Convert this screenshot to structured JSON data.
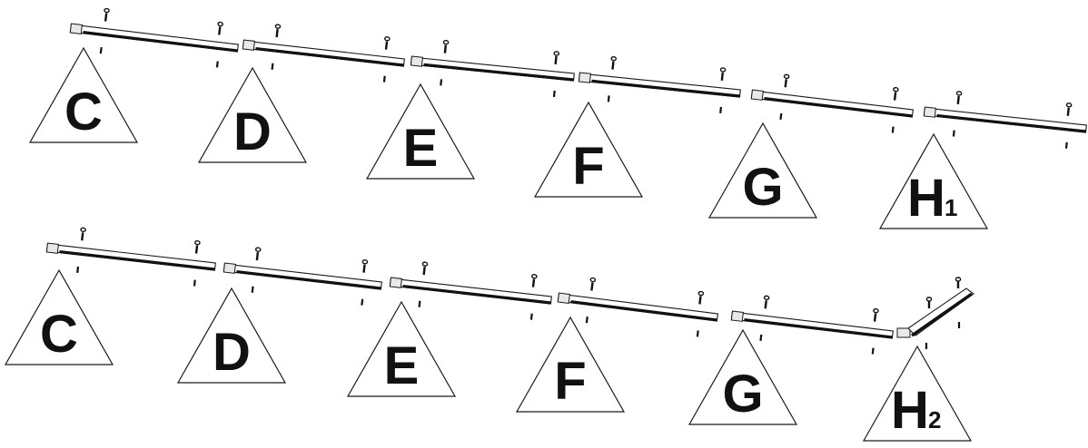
{
  "rows": [
    {
      "labels": [
        {
          "letter": "C",
          "sub": ""
        },
        {
          "letter": "D",
          "sub": ""
        },
        {
          "letter": "E",
          "sub": ""
        },
        {
          "letter": "F",
          "sub": ""
        },
        {
          "letter": "G",
          "sub": ""
        },
        {
          "letter": "H",
          "sub": "1"
        }
      ]
    },
    {
      "labels": [
        {
          "letter": "C",
          "sub": ""
        },
        {
          "letter": "D",
          "sub": ""
        },
        {
          "letter": "E",
          "sub": ""
        },
        {
          "letter": "F",
          "sub": ""
        },
        {
          "letter": "G",
          "sub": ""
        },
        {
          "letter": "H",
          "sub": "2"
        }
      ]
    }
  ]
}
